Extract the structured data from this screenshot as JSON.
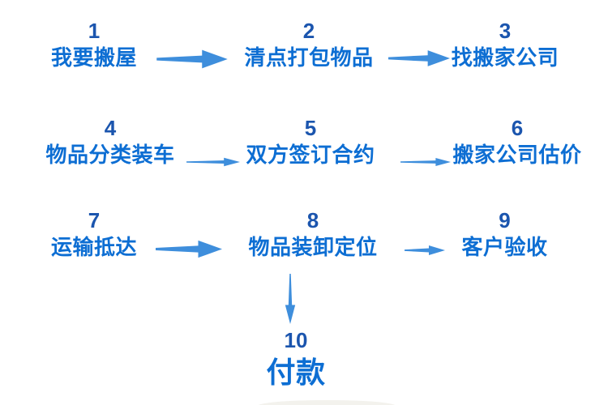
{
  "diagram": {
    "description": "Moving house process flowchart, 10 numbered steps",
    "colors": {
      "number": "#1B55AE",
      "label": "#0D6ED3",
      "arrow": "#3E8EDC",
      "background": "#FFFFFF"
    },
    "steps": [
      {
        "number": "1",
        "label": "我要搬屋"
      },
      {
        "number": "2",
        "label": "清点打包物品"
      },
      {
        "number": "3",
        "label": "找搬家公司"
      },
      {
        "number": "4",
        "label": "物品分类装车"
      },
      {
        "number": "5",
        "label": "双方签订合约"
      },
      {
        "number": "6",
        "label": "搬家公司估价"
      },
      {
        "number": "7",
        "label": "运输抵达"
      },
      {
        "number": "8",
        "label": "物品装卸定位"
      },
      {
        "number": "9",
        "label": "客户验收"
      },
      {
        "number": "10",
        "label": "付款"
      }
    ],
    "edges": [
      {
        "from": "1",
        "to": "2",
        "direction": "right"
      },
      {
        "from": "2",
        "to": "3",
        "direction": "right"
      },
      {
        "from": "4",
        "to": "5",
        "direction": "right"
      },
      {
        "from": "5",
        "to": "6",
        "direction": "right"
      },
      {
        "from": "7",
        "to": "8",
        "direction": "right"
      },
      {
        "from": "8",
        "to": "9",
        "direction": "right"
      },
      {
        "from": "8",
        "to": "10",
        "direction": "down"
      }
    ]
  }
}
